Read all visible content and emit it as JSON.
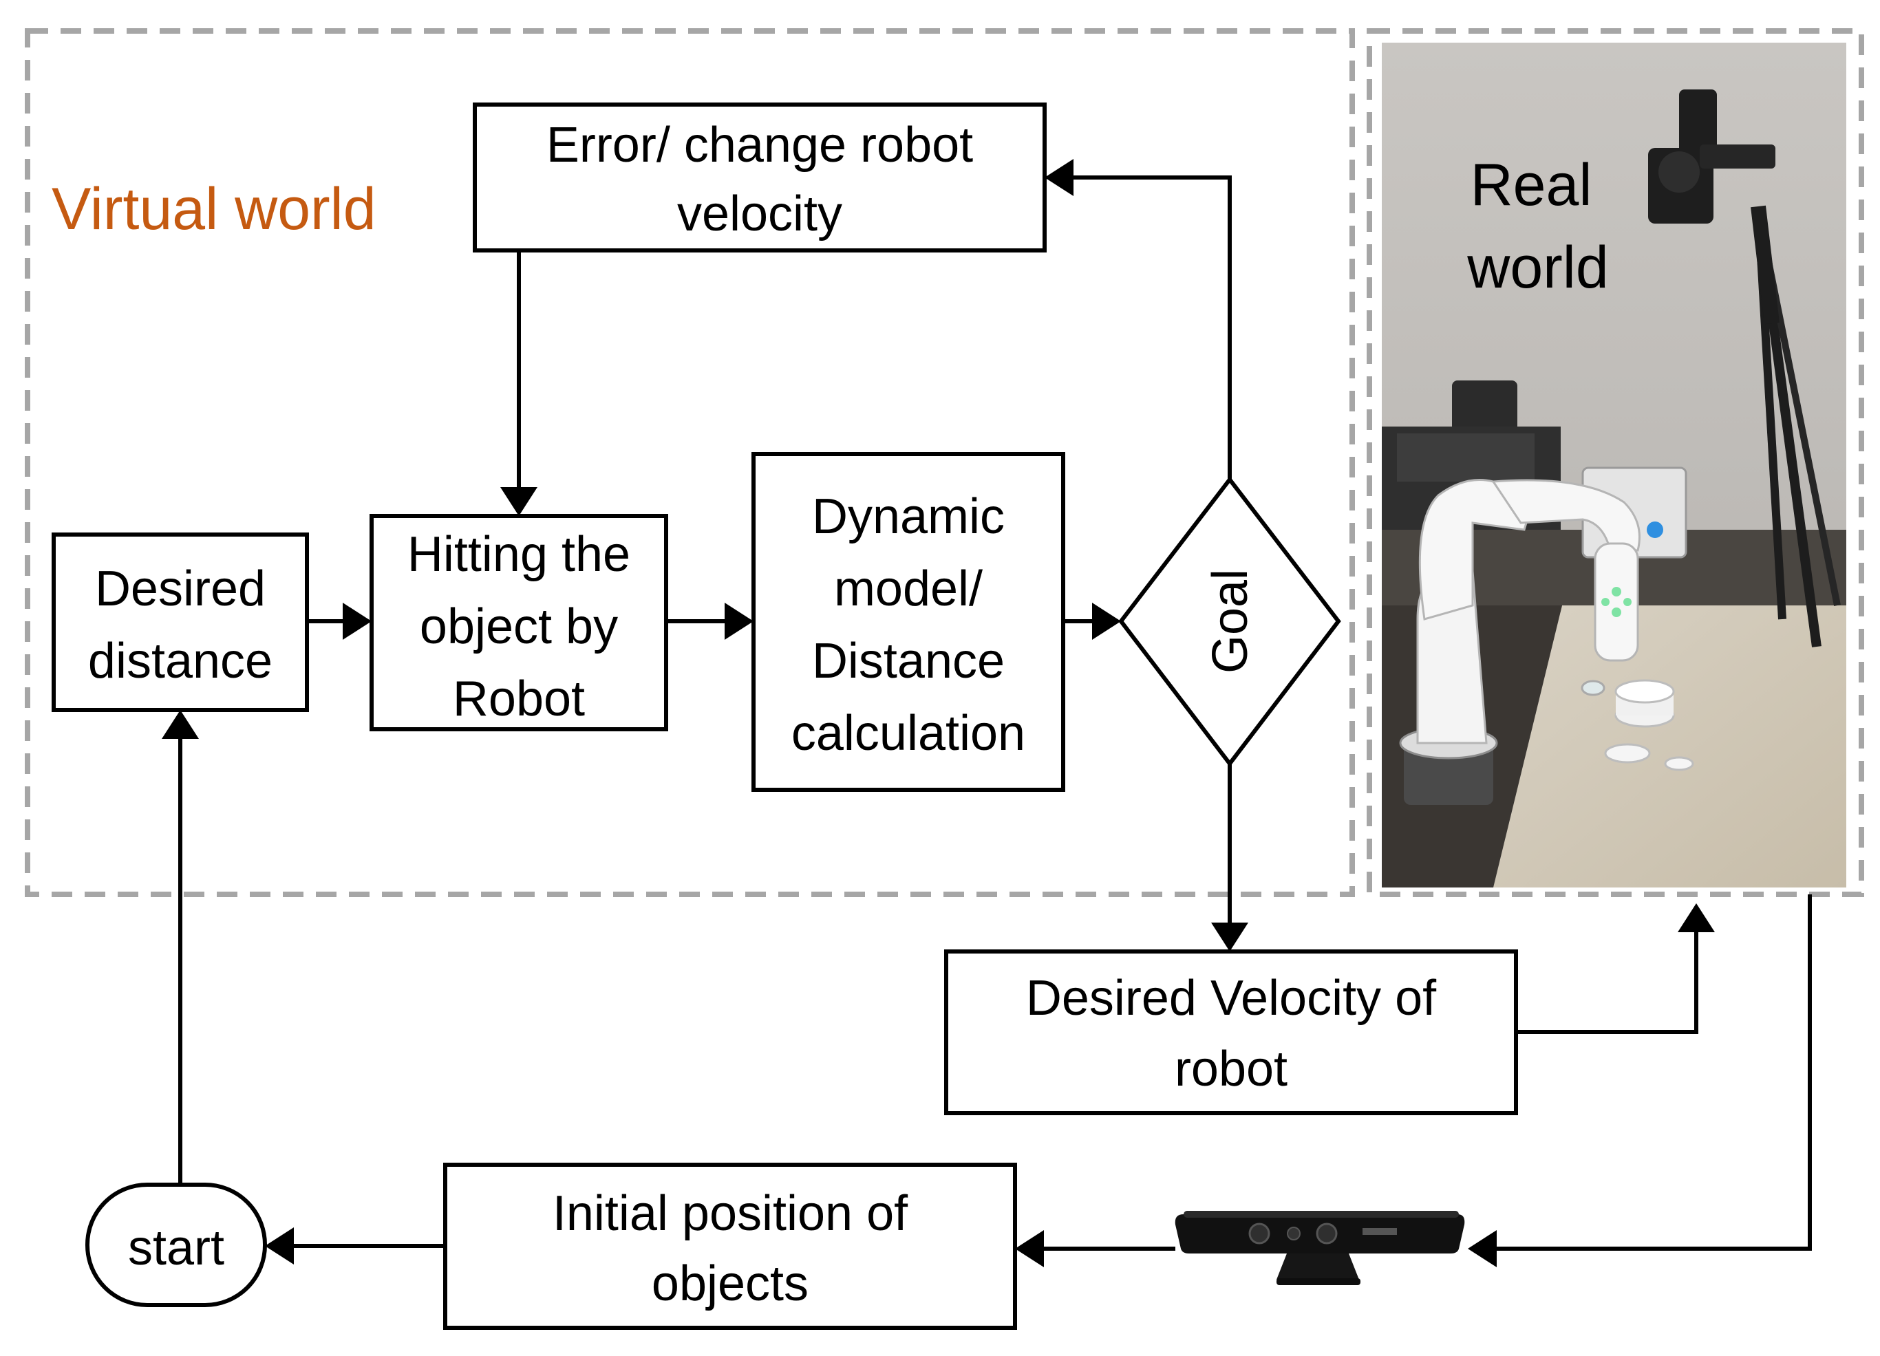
{
  "regions": {
    "virtual_world_label": "Virtual world",
    "real_world_label_line1": "Real",
    "real_world_label_line2": "world"
  },
  "nodes": {
    "error_box": {
      "line1": "Error/ change robot",
      "line2": "velocity"
    },
    "desired_distance": {
      "line1": "Desired",
      "line2": "distance"
    },
    "hitting": {
      "line1": "Hitting the",
      "line2": "object by",
      "line3": "Robot"
    },
    "dynamic": {
      "line1": "Dynamic",
      "line2": "model/",
      "line3": "Distance",
      "line4": "calculation"
    },
    "goal": {
      "label": "Goal"
    },
    "desired_velocity": {
      "line1": "Desired Velocity of",
      "line2": "robot"
    },
    "initial_position": {
      "line1": "Initial position of",
      "line2": "objects"
    },
    "start": {
      "label": "start"
    }
  },
  "colors": {
    "virtual_world_label": "#c55a11",
    "dashed_border": "#a6a6a6",
    "line": "#000000"
  }
}
